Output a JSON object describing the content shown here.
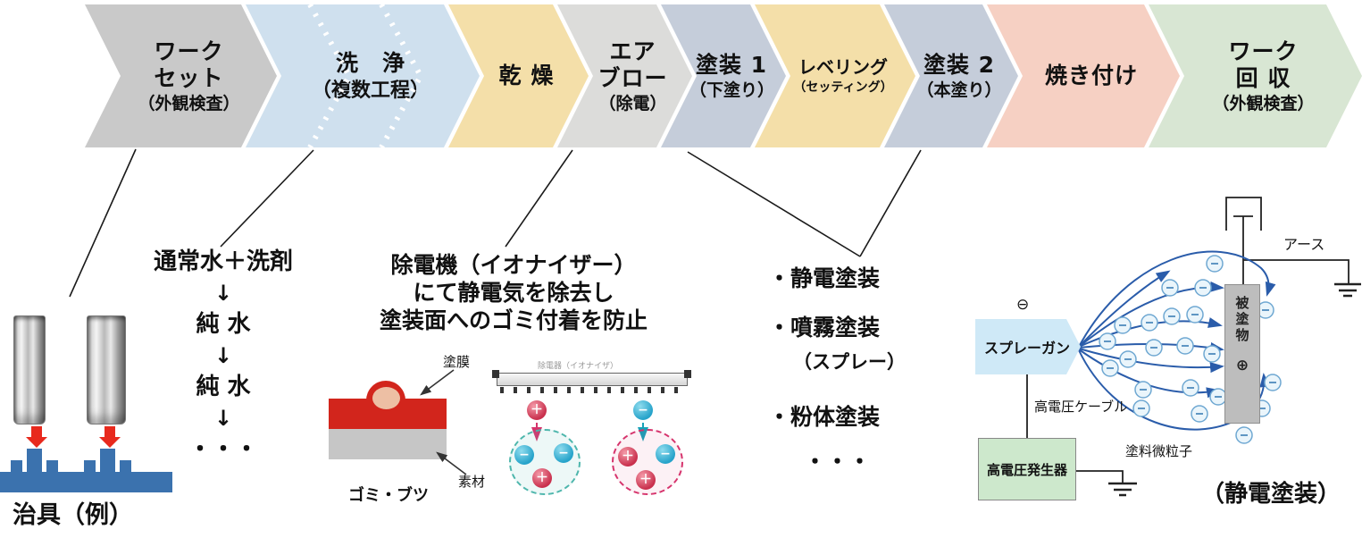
{
  "flow": {
    "steps": [
      {
        "name": "ワーク\nセット",
        "note": "（外観検査）",
        "color": "#c9c9c9"
      },
      {
        "name": "洗　浄",
        "note": "（複数工程）",
        "color": "#cfe0ee"
      },
      {
        "name": "乾 燥",
        "note": "",
        "color": "#f4dfa9"
      },
      {
        "name": "エア\nブロー",
        "note": "（除電）",
        "color": "#dcdcda"
      },
      {
        "name": "塗装 1",
        "note": "（下塗り）",
        "color": "#c5cdda"
      },
      {
        "name": "レベリング",
        "note": "（セッティング）",
        "color": "#f4dfa9"
      },
      {
        "name": "塗装 2",
        "note": "（本塗り）",
        "color": "#c5cdda"
      },
      {
        "name": "焼き付け",
        "note": "",
        "color": "#f6d0c3"
      },
      {
        "name": "ワーク\n回 収",
        "note": "（外観検査）",
        "color": "#d8e6d3"
      }
    ]
  },
  "jig": {
    "caption": "治具（例）"
  },
  "wash": {
    "step1": "通常水＋洗剤",
    "arrow": "↓",
    "step2": "純 水",
    "step3": "純 水",
    "dots": "・・・"
  },
  "ionizer": {
    "heading": "除電機（イオナイザー）\nにて静電気を除去し\n塗装面へのゴミ付着を防止",
    "device_label": "除電器（イオナイザ）",
    "film_label": "塗膜",
    "substrate_label": "素材",
    "dust_label": "ゴミ・ブツ",
    "plus": "＋",
    "minus": "−"
  },
  "painting": {
    "item1": "・静電塗装",
    "item2": "・噴霧塗装",
    "item2_sub": "（スプレー）",
    "item3": "・粉体塗装",
    "dots": "・・・"
  },
  "electro": {
    "gun_label": "スプレーガン",
    "minus_sign": "⊖",
    "plus_sign": "⊕",
    "cable_label": "高電圧ケーブル",
    "generator_label": "高電圧発生器",
    "workpiece_label": "被塗物",
    "earth_label": "アース",
    "particles_label": "塗料微粒子",
    "caption": "（静電塗装）"
  }
}
